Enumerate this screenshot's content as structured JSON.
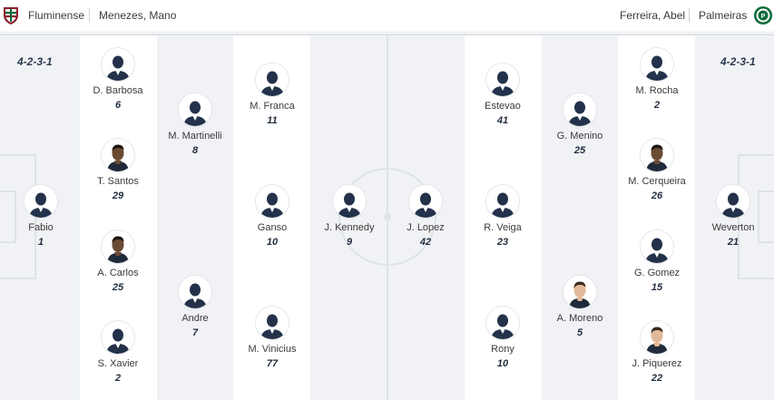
{
  "home": {
    "team": "Fluminense",
    "coach": "Menezes, Mano",
    "formation": "4-2-3-1",
    "crest_color": "#8b1d2c",
    "players": [
      {
        "name": "Fabio",
        "number": "1",
        "photo": "silhouette"
      },
      {
        "name": "D. Barbosa",
        "number": "6",
        "photo": "silhouette"
      },
      {
        "name": "T. Santos",
        "number": "29",
        "photo": "photo-dark"
      },
      {
        "name": "A. Carlos",
        "number": "25",
        "photo": "photo-dark"
      },
      {
        "name": "S. Xavier",
        "number": "2",
        "photo": "silhouette"
      },
      {
        "name": "M. Martinelli",
        "number": "8",
        "photo": "silhouette"
      },
      {
        "name": "Andre",
        "number": "7",
        "photo": "silhouette"
      },
      {
        "name": "M. Franca",
        "number": "11",
        "photo": "silhouette"
      },
      {
        "name": "Ganso",
        "number": "10",
        "photo": "silhouette"
      },
      {
        "name": "M. Vinicius",
        "number": "77",
        "photo": "silhouette"
      },
      {
        "name": "J. Kennedy",
        "number": "9",
        "photo": "silhouette"
      }
    ]
  },
  "away": {
    "team": "Palmeiras",
    "coach": "Ferreira, Abel",
    "formation": "4-2-3-1",
    "crest_color": "#0b6b3a",
    "players": [
      {
        "name": "Weverton",
        "number": "21",
        "photo": "silhouette"
      },
      {
        "name": "M. Rocha",
        "number": "2",
        "photo": "silhouette"
      },
      {
        "name": "M. Cerqueira",
        "number": "26",
        "photo": "photo-dark"
      },
      {
        "name": "G. Gomez",
        "number": "15",
        "photo": "silhouette"
      },
      {
        "name": "J. Piquerez",
        "number": "22",
        "photo": "photo-light"
      },
      {
        "name": "G. Menino",
        "number": "25",
        "photo": "silhouette"
      },
      {
        "name": "A. Moreno",
        "number": "5",
        "photo": "photo-light"
      },
      {
        "name": "Estevao",
        "number": "41",
        "photo": "silhouette"
      },
      {
        "name": "R. Veiga",
        "number": "23",
        "photo": "silhouette"
      },
      {
        "name": "Rony",
        "number": "10",
        "photo": "silhouette"
      },
      {
        "name": "J. Lopez",
        "number": "42",
        "photo": "silhouette"
      }
    ]
  },
  "colors": {
    "pitch_stripe_dark": "#f0f2f5",
    "pitch_line": "#dfe2e7",
    "silhouette": "#23324a"
  }
}
